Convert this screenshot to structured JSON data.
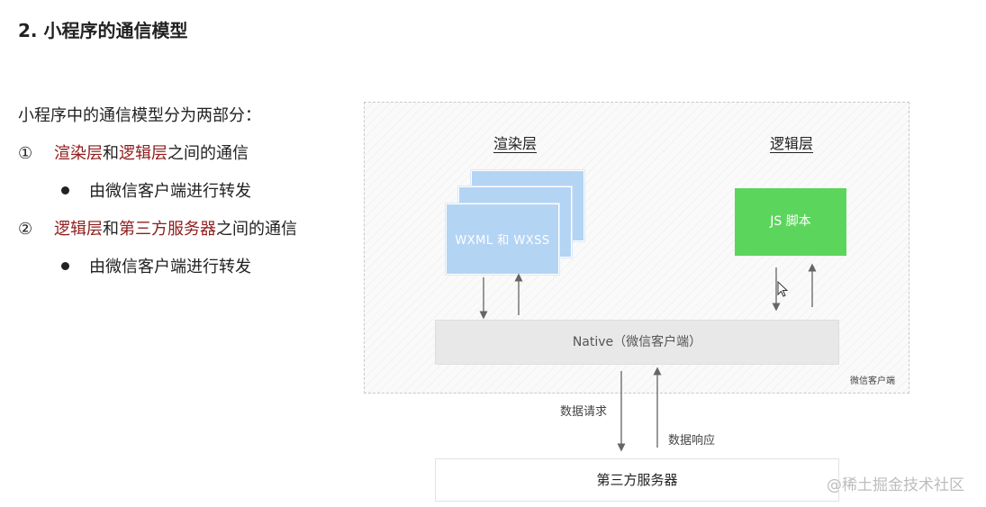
{
  "title": "2. 小程序的通信模型",
  "intro": "小程序中的通信模型分为两部分：",
  "points": [
    {
      "num": "①",
      "a": "渲染层",
      "mid": "和",
      "b": "逻辑层",
      "rest": "之间的通信"
    },
    {
      "num": "②",
      "a": "逻辑层",
      "mid": "和",
      "b": "第三方服务器",
      "rest": "之间的通信"
    }
  ],
  "subpoint": "由微信客户端进行转发",
  "diagram": {
    "render_label": "渲染层",
    "logic_label": "逻辑层",
    "wxml_text": "WXML 和 WXSS",
    "js_text": "JS 脚本",
    "native_text": "Native（微信客户端）",
    "client_label": "微信客户端",
    "request_label": "数据请求",
    "response_label": "数据响应",
    "server_text": "第三方服务器"
  },
  "watermark": "@稀土掘金技术社区",
  "colors": {
    "highlight": "#8f1d1d",
    "card_blue": "#b4d4f4",
    "js_green": "#5cd55c"
  }
}
